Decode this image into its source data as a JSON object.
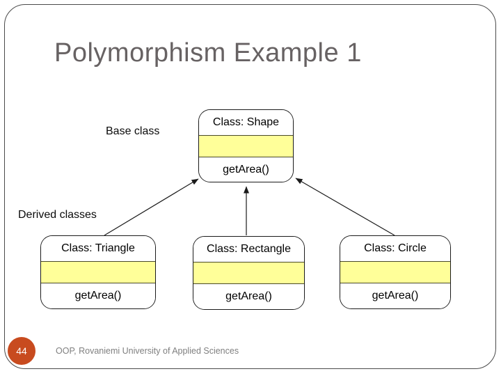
{
  "slide": {
    "title": "Polymorphism Example 1"
  },
  "diagram": {
    "base_label": "Base class",
    "derived_label": "Derived classes",
    "classes": [
      {
        "id": "shape",
        "title": "Class: Shape",
        "method": "getArea()"
      },
      {
        "id": "triangle",
        "title": "Class: Triangle",
        "method": "getArea()"
      },
      {
        "id": "rectangle",
        "title": "Class: Rectangle",
        "method": "getArea()"
      },
      {
        "id": "circle",
        "title": "Class: Circle",
        "method": "getArea()"
      }
    ],
    "colors": {
      "attribute_band": "#ffff99",
      "box_border": "#1a1a1a",
      "arrow": "#1a1a1a"
    }
  },
  "footer": {
    "page_number": "44",
    "text": "OOP, Rovaniemi University of Applied Sciences",
    "badge_color": "#c84b1f"
  }
}
